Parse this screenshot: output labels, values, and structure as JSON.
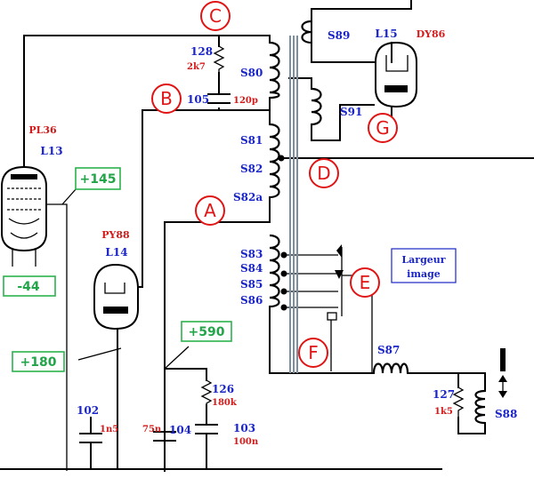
{
  "markers": {
    "A": "A",
    "B": "B",
    "C": "C",
    "D": "D",
    "E": "E",
    "F": "F",
    "G": "G"
  },
  "tubes": {
    "l13": {
      "type": "PL36",
      "ref": "L13"
    },
    "l14": {
      "type": "PY88",
      "ref": "L14"
    },
    "l15": {
      "type": "DY86",
      "ref": "L15"
    }
  },
  "voltages": {
    "v145": "+145",
    "vm44": "-44",
    "v180": "+180",
    "v590": "+590"
  },
  "windings": {
    "s80": "S80",
    "s81": "S81",
    "s82": "S82",
    "s82a": "S82a",
    "s83": "S83",
    "s84": "S84",
    "s85": "S85",
    "s86": "S86",
    "s87": "S87",
    "s88": "S88",
    "s89": "S89",
    "s91": "S91"
  },
  "components": {
    "r128": {
      "ref": "128",
      "value": "2k7"
    },
    "c105": {
      "ref": "105",
      "value": "120p"
    },
    "c102": {
      "ref": "102",
      "value": "1n5"
    },
    "c104": {
      "ref": "104",
      "value": "75n"
    },
    "r126": {
      "ref": "126",
      "value": "180k"
    },
    "c103": {
      "ref": "103",
      "value": "100n"
    },
    "r127": {
      "ref": "127",
      "value": "1k5"
    }
  },
  "width_control": {
    "line1": "Largeur",
    "line2": "image"
  }
}
